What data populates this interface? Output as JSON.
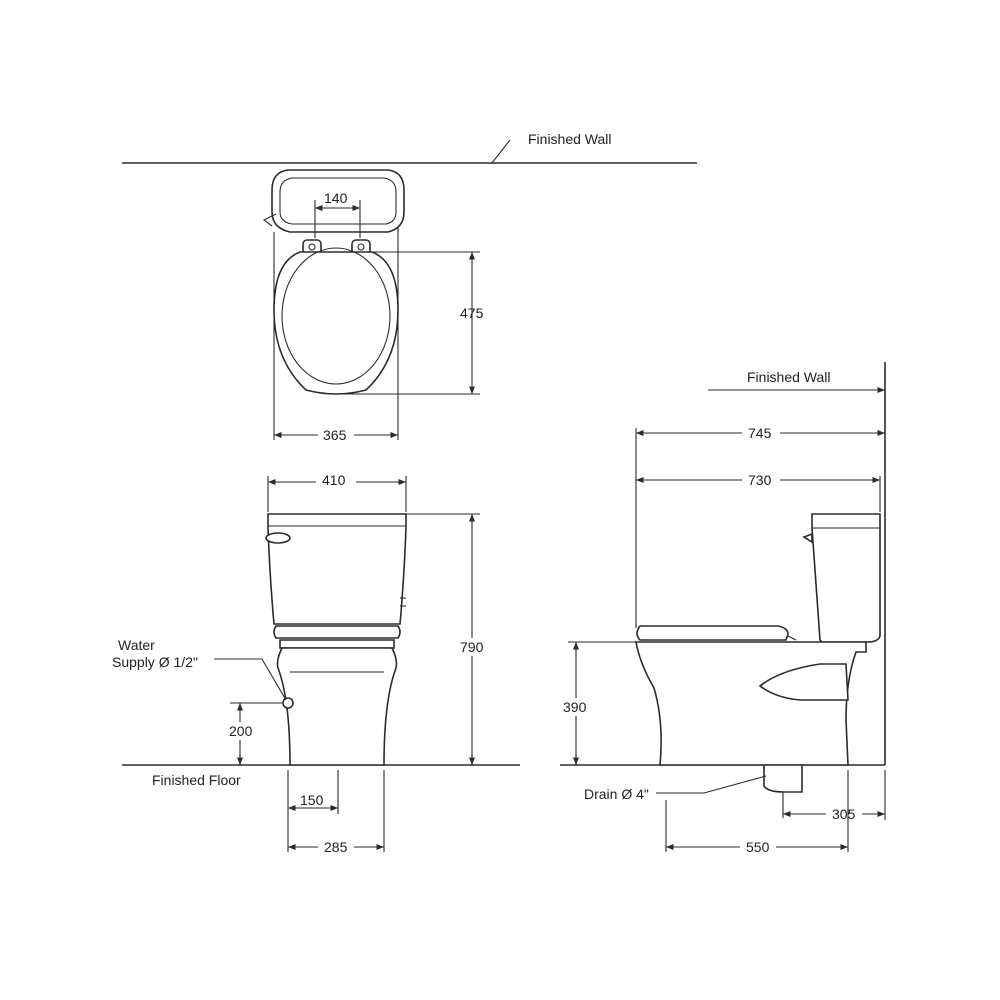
{
  "labels": {
    "finished_wall_top": "Finished Wall",
    "finished_wall_side": "Finished Wall",
    "finished_floor": "Finished Floor",
    "water_supply_line1": "Water",
    "water_supply_line2": "Supply Ø 1/2\"",
    "drain": "Drain Ø 4\""
  },
  "dimensions": {
    "seat_hinge_spacing": "140",
    "seat_depth": "475",
    "seat_width": "365",
    "tank_width": "410",
    "total_height": "790",
    "supply_height": "200",
    "supply_offset": "150",
    "base_width": "285",
    "overall_depth": "745",
    "tank_to_front": "730",
    "seat_height": "390",
    "drain_to_wall": "305",
    "base_depth": "550"
  }
}
